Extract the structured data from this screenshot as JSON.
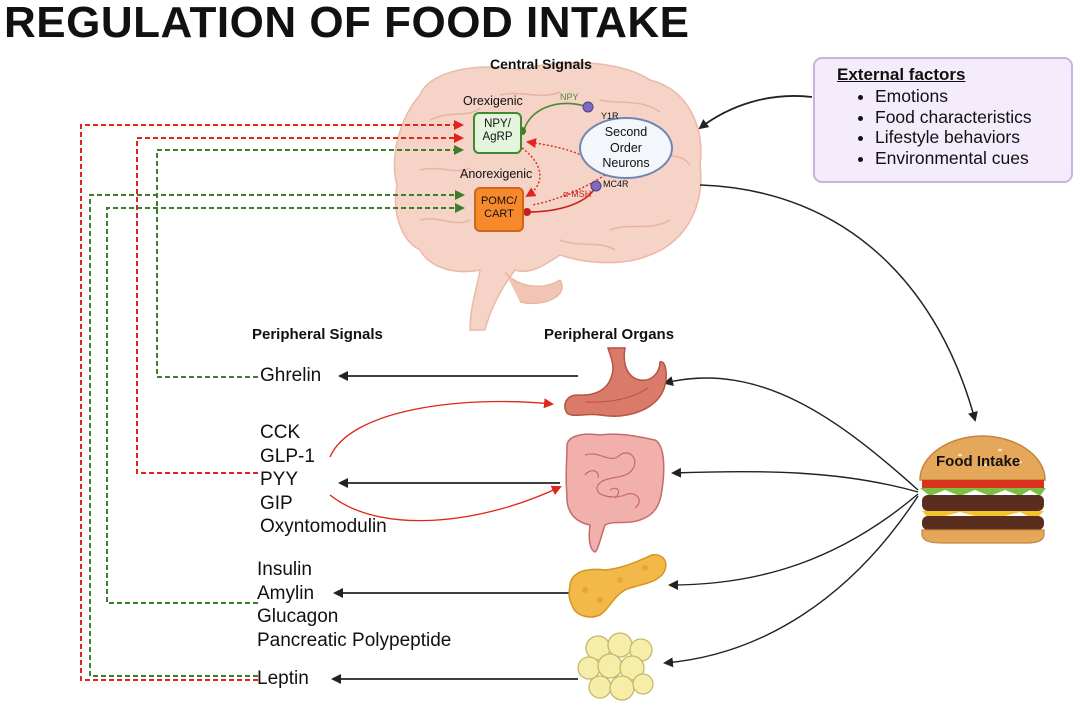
{
  "title": "REGULATION OF FOOD INTAKE",
  "central": {
    "label": "Central Signals",
    "orexigenic": "Orexigenic",
    "anorexigenic": "Anorexigenic",
    "npy_agrp": [
      "NPY/",
      "AgRP"
    ],
    "pomc_cart": [
      "POMC/",
      "CART"
    ],
    "second_order": [
      "Second",
      "Order",
      "Neurons"
    ],
    "npy": "NPY",
    "y1r": "Y1R",
    "mc4r": "MC4R",
    "amsh": "α-MSH"
  },
  "peripheral_signals_label": "Peripheral Signals",
  "peripheral_organs_label": "Peripheral Organs",
  "hormones": {
    "ghrelin": "Ghrelin",
    "gut": [
      "CCK",
      "GLP-1",
      "PYY",
      "GIP",
      "Oxyntomodulin"
    ],
    "pancreas": [
      "Insulin",
      "Amylin",
      "Glucagon",
      "Pancreatic Polypeptide"
    ],
    "leptin": "Leptin"
  },
  "external": {
    "title": "External factors",
    "items": [
      "Emotions",
      "Food characteristics",
      "Lifestyle behaviors",
      "Environmental cues"
    ]
  },
  "food_intake": "Food Intake",
  "colors": {
    "red_dash": "#e0251b",
    "green_dash": "#3e7d2a",
    "brain": "#f5d3c6",
    "npy_box": "#e5f5dc",
    "pomc_box": "#f5892b"
  },
  "icons": [
    "brain-icon",
    "stomach-icon",
    "intestine-icon",
    "pancreas-icon",
    "adipose-icon",
    "burger-icon"
  ]
}
